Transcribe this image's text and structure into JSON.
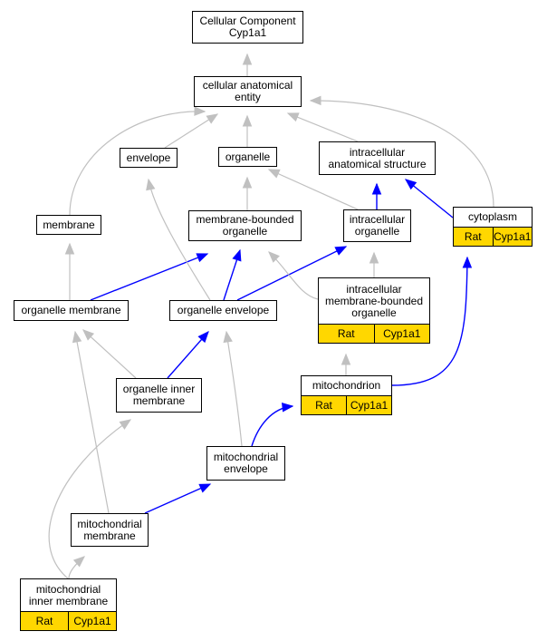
{
  "colors": {
    "background": "#ffffff",
    "grey_edge": "#c0c0c0",
    "blue_edge": "#0000ff",
    "annotation_fill": "#ffd700"
  },
  "nodes": {
    "cellular_component": {
      "label": "Cellular Component\nCyp1a1"
    },
    "cellular_anatomical_entity": {
      "label": "cellular anatomical\nentity"
    },
    "envelope": {
      "label": "envelope"
    },
    "organelle": {
      "label": "organelle"
    },
    "intracellular_anatomical_structure": {
      "label": "intracellular\nanatomical structure"
    },
    "membrane": {
      "label": "membrane"
    },
    "membrane_bounded_organelle": {
      "label": "membrane-bounded\norganelle"
    },
    "intracellular_organelle": {
      "label": "intracellular\norganelle"
    },
    "cytoplasm": {
      "label": "cytoplasm",
      "species": "Rat",
      "gene": "Cyp1a1"
    },
    "organelle_membrane": {
      "label": "organelle membrane"
    },
    "organelle_envelope": {
      "label": "organelle envelope"
    },
    "intracellular_membrane_bounded_organelle": {
      "label": "intracellular\nmembrane-bounded\norganelle",
      "species": "Rat",
      "gene": "Cyp1a1"
    },
    "mitochondrion": {
      "label": "mitochondrion",
      "species": "Rat",
      "gene": "Cyp1a1"
    },
    "organelle_inner_membrane": {
      "label": "organelle inner\nmembrane"
    },
    "mitochondrial_envelope": {
      "label": "mitochondrial\nenvelope"
    },
    "mitochondrial_membrane": {
      "label": "mitochondrial\nmembrane"
    },
    "mitochondrial_inner_membrane": {
      "label": "mitochondrial\ninner membrane",
      "species": "Rat",
      "gene": "Cyp1a1"
    }
  },
  "edges": [
    {
      "from": "cellular_anatomical_entity",
      "to": "cellular_component",
      "color": "grey"
    },
    {
      "from": "envelope",
      "to": "cellular_anatomical_entity",
      "color": "grey"
    },
    {
      "from": "organelle",
      "to": "cellular_anatomical_entity",
      "color": "grey"
    },
    {
      "from": "intracellular_anatomical_structure",
      "to": "cellular_anatomical_entity",
      "color": "grey"
    },
    {
      "from": "membrane",
      "to": "cellular_anatomical_entity",
      "color": "grey"
    },
    {
      "from": "cytoplasm",
      "to": "cellular_anatomical_entity",
      "color": "grey"
    },
    {
      "from": "membrane_bounded_organelle",
      "to": "organelle",
      "color": "grey"
    },
    {
      "from": "intracellular_organelle",
      "to": "organelle",
      "color": "grey"
    },
    {
      "from": "intracellular_organelle",
      "to": "intracellular_anatomical_structure",
      "color": "blue"
    },
    {
      "from": "cytoplasm",
      "to": "intracellular_anatomical_structure",
      "color": "blue"
    },
    {
      "from": "organelle_membrane",
      "to": "membrane",
      "color": "grey"
    },
    {
      "from": "organelle_membrane",
      "to": "membrane_bounded_organelle",
      "color": "blue"
    },
    {
      "from": "organelle_envelope",
      "to": "envelope",
      "color": "grey"
    },
    {
      "from": "organelle_envelope",
      "to": "membrane_bounded_organelle",
      "color": "blue"
    },
    {
      "from": "organelle_envelope",
      "to": "intracellular_organelle",
      "color": "blue"
    },
    {
      "from": "intracellular_membrane_bounded_organelle",
      "to": "membrane_bounded_organelle",
      "color": "grey"
    },
    {
      "from": "intracellular_membrane_bounded_organelle",
      "to": "intracellular_organelle",
      "color": "grey"
    },
    {
      "from": "mitochondrion",
      "to": "intracellular_membrane_bounded_organelle",
      "color": "grey"
    },
    {
      "from": "mitochondrion",
      "to": "cytoplasm",
      "color": "blue"
    },
    {
      "from": "organelle_inner_membrane",
      "to": "organelle_membrane",
      "color": "grey"
    },
    {
      "from": "organelle_inner_membrane",
      "to": "organelle_envelope",
      "color": "blue"
    },
    {
      "from": "mitochondrial_envelope",
      "to": "organelle_envelope",
      "color": "grey"
    },
    {
      "from": "mitochondrial_envelope",
      "to": "mitochondrion",
      "color": "blue"
    },
    {
      "from": "mitochondrial_membrane",
      "to": "organelle_membrane",
      "color": "grey"
    },
    {
      "from": "mitochondrial_membrane",
      "to": "mitochondrial_envelope",
      "color": "blue"
    },
    {
      "from": "mitochondrial_inner_membrane",
      "to": "organelle_inner_membrane",
      "color": "grey"
    },
    {
      "from": "mitochondrial_inner_membrane",
      "to": "mitochondrial_membrane",
      "color": "grey"
    }
  ]
}
